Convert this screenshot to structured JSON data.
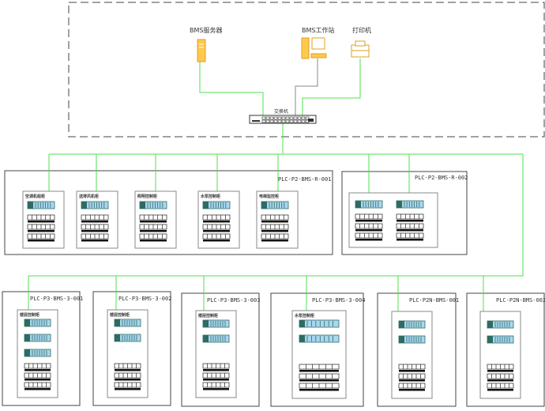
{
  "control_room": {
    "server_label": "BMS服务器",
    "workstation_label": "BMS工作站",
    "printer_label": "打印机",
    "switch_label": "交换机"
  },
  "colors": {
    "network_line": "#4de04d",
    "device_fill": "#ffc94d",
    "device_stroke": "#e0a020",
    "module_dark": "#2e6b63",
    "module_light": "#a9d6f0",
    "frame": "#444444",
    "inner_frame": "#888888"
  },
  "panels": [
    {
      "id": "PLC-P2-BMS-R-001",
      "cabinets": [
        {
          "label": "空调机组柜",
          "modules": 1,
          "terminal_rows": 3
        },
        {
          "label": "送排风机柜",
          "modules": 1,
          "terminal_rows": 3
        },
        {
          "label": "照明控制柜",
          "modules": 1,
          "terminal_rows": 3
        },
        {
          "label": "水泵控制柜",
          "modules": 1,
          "terminal_rows": 3
        },
        {
          "label": "电梯监控柜",
          "modules": 1,
          "terminal_rows": 3
        }
      ]
    },
    {
      "id": "PLC-P2-BMS-R-002",
      "cabinets": [
        {
          "label": "",
          "modules": 2,
          "terminal_rows": 3
        }
      ]
    },
    {
      "id": "PLC-P3-BMS-3-001",
      "cabinets": [
        {
          "label": "楼层控制柜",
          "modules": 3,
          "terminal_rows": 3
        }
      ]
    },
    {
      "id": "PLC-P3-BMS-3-002",
      "cabinets": [
        {
          "label": "楼层控制柜",
          "modules": 2,
          "terminal_rows": 3
        }
      ]
    },
    {
      "id": "PLC-P3-BMS-3-003",
      "cabinets": [
        {
          "label": "楼层控制柜",
          "modules": 2,
          "terminal_rows": 3
        }
      ]
    },
    {
      "id": "PLC-P3-BMS-3-004",
      "cabinets": [
        {
          "label": "水泵控制柜",
          "modules": 2,
          "terminal_rows": 3
        }
      ]
    },
    {
      "id": "PLC-P2N-BMS-001",
      "cabinets": [
        {
          "label": "",
          "modules": 2,
          "terminal_rows": 3
        }
      ]
    },
    {
      "id": "PLC-P2N-BMS-002",
      "cabinets": [
        {
          "label": "",
          "modules": 2,
          "terminal_rows": 3
        }
      ]
    }
  ]
}
